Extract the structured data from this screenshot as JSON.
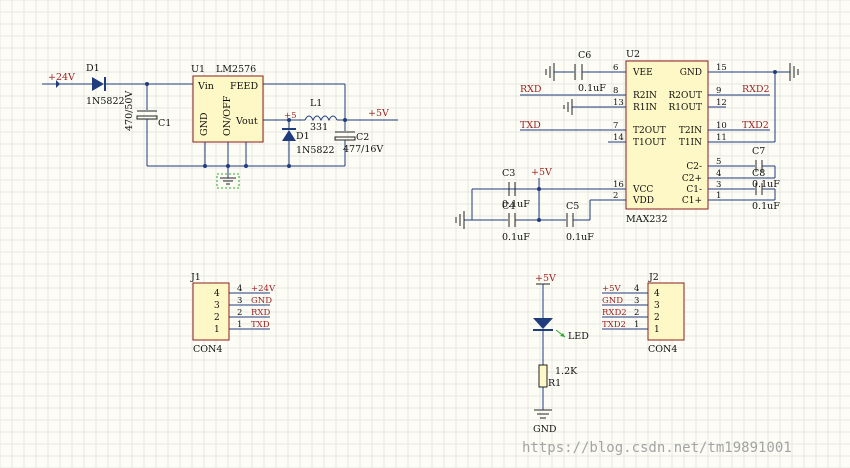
{
  "power": {
    "vin_net": "+24V",
    "d1": {
      "ref": "D1",
      "part": "1N5822"
    },
    "c1": {
      "ref": "C1",
      "value": "470/50V"
    },
    "u1": {
      "ref": "U1",
      "part": "LM2576",
      "pin_vin": "Vin",
      "pin_feed": "FEED",
      "pin_gnd": "GND",
      "pin_onoff": "ON/OFF",
      "pin_vout": "Vout"
    },
    "d1b": {
      "ref": "D1",
      "part": "1N5822"
    },
    "l1": {
      "ref": "L1",
      "value": "331"
    },
    "c2": {
      "ref": "C2",
      "value": "477/16V"
    },
    "plus5_small": "+5",
    "vout_net": "+5V"
  },
  "max232": {
    "ref": "U2",
    "part": "MAX232",
    "pins_left": [
      {
        "name": "VEE",
        "num": "6"
      },
      {
        "name": "R2IN",
        "num": "8"
      },
      {
        "name": "R1IN",
        "num": "13"
      },
      {
        "name": "T2OUT",
        "num": "7"
      },
      {
        "name": "T1OUT",
        "num": "14"
      },
      {
        "name": "VCC",
        "num": "16"
      },
      {
        "name": "VDD",
        "num": "2"
      }
    ],
    "pins_right": [
      {
        "name": "GND",
        "num": "15"
      },
      {
        "name": "R2OUT",
        "num": "9"
      },
      {
        "name": "R1OUT",
        "num": "12"
      },
      {
        "name": "T2IN",
        "num": "10"
      },
      {
        "name": "T1IN",
        "num": "11"
      },
      {
        "name": "C2-",
        "num": "5"
      },
      {
        "name": "C2+",
        "num": "4"
      },
      {
        "name": "C1-",
        "num": "3"
      },
      {
        "name": "C1+",
        "num": "1"
      }
    ],
    "nets": {
      "rxd": "RXD",
      "txd": "TXD",
      "rxd2": "RXD2",
      "txd2": "TXD2",
      "vcc": "+5V"
    },
    "c6": {
      "ref": "C6",
      "value": "0.1uF"
    },
    "c3": {
      "ref": "C3",
      "value": "0.1uF"
    },
    "c4": {
      "ref": "C4",
      "value": "0.1uF"
    },
    "c5": {
      "ref": "C5",
      "value": "0.1uF"
    },
    "c7": {
      "ref": "C7",
      "value": "0.1uF"
    },
    "c8": {
      "ref": "C8",
      "value": "0.1uF"
    }
  },
  "j1": {
    "ref": "J1",
    "part": "CON4",
    "pins": [
      "4",
      "3",
      "2",
      "1"
    ],
    "nets": [
      "+24V",
      "GND",
      "RXD",
      "TXD"
    ]
  },
  "led": {
    "net": "+5V",
    "name": "LED",
    "r_ref": "R1",
    "r_value": "1.2K",
    "gnd": "GND"
  },
  "j2": {
    "ref": "J2",
    "part": "CON4",
    "pins": [
      "4",
      "3",
      "2",
      "1"
    ],
    "nets": [
      "+5V",
      "GND",
      "RXD2",
      "TXD2"
    ]
  },
  "watermark": "https://blog.csdn.net/tm19891001"
}
